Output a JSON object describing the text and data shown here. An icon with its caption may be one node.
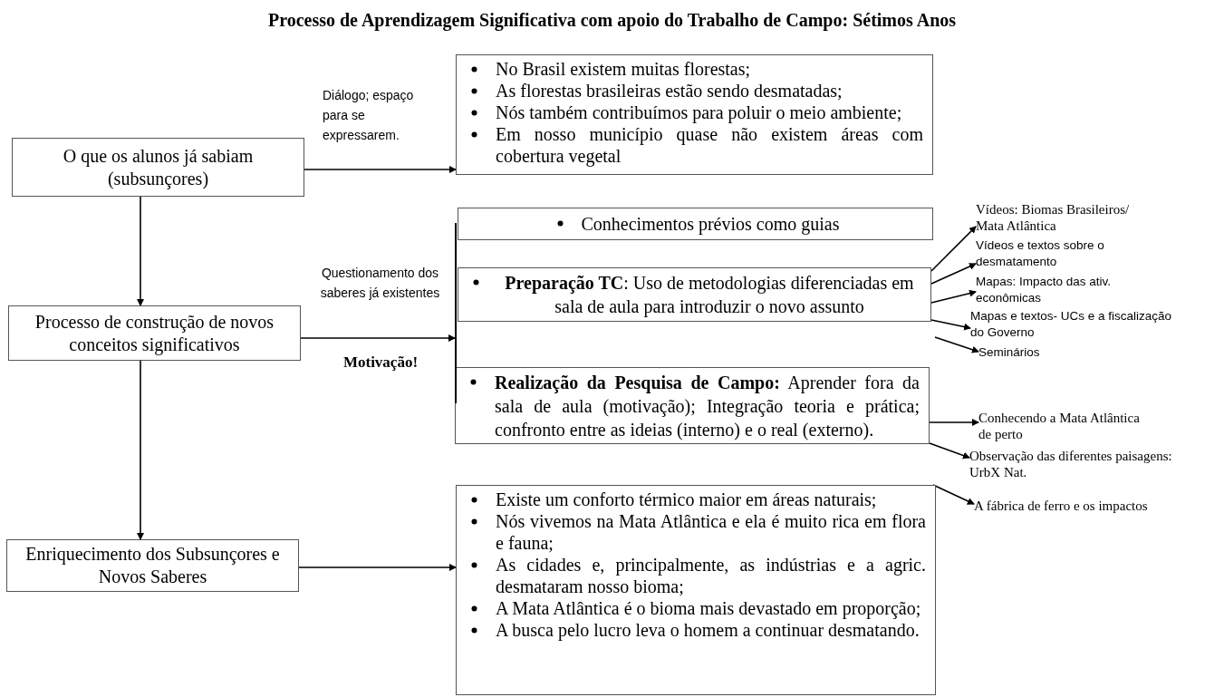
{
  "diagram": {
    "title": "Processo de Aprendizagem Significativa com apoio do Trabalho de Campo: Sétimos Anos",
    "nodes": [
      {
        "text": [
          "O que os alunos já sabiam (subsunçores)"
        ]
      },
      {
        "text": [
          "Processo de construção de novos conceitos significativos"
        ]
      },
      {
        "text": [
          "Enriquecimento dos Subsunçores e Novos Saberes"
        ]
      },
      {
        "text": [
          "No Brasil existem muitas florestas;",
          "As florestas brasileiras estão sendo desmatadas;",
          "Nós também contribuímos para poluir o meio ambiente;",
          "Em nosso município quase não existem áreas com cobertura vegetal"
        ]
      },
      {
        "text": [
          "Conhecimentos prévios como guias"
        ]
      },
      {
        "text": [
          "**Preparação TC**: Uso de metodologias diferenciadas em sala de aula para introduzir o novo assunto"
        ]
      },
      {
        "text": [
          "**Realização da Pesquisa de Campo:** Aprender fora da sala de aula (motivação); Integração teoria e prática; confronto entre as ideias (interno) e o real (externo)."
        ]
      },
      {
        "text": [
          "Existe um conforto térmico maior em áreas naturais;",
          "Nós vivemos na Mata Atlântica e ela é muito rica em flora e fauna;",
          "As cidades e, principalmente, as indústrias e a agric. desmataram nosso bioma;",
          "A Mata Atlântica é o bioma mais devastado em proporção;",
          "A busca pelo lucro leva o homem a continuar desmatando."
        ]
      },
      {
        "text": [
          "Vídeos: Biomas Brasileiros/ Mata Atlântica"
        ]
      },
      {
        "text": [
          "Vídeos e textos sobre o desmatamento"
        ]
      },
      {
        "text": [
          "Mapas: Impacto das ativ. econômicas"
        ]
      },
      {
        "text": [
          "Mapas e textos- UCs e a fiscalização do Governo"
        ]
      },
      {
        "text": [
          "Seminários"
        ]
      },
      {
        "text": [
          "Conhecendo a Mata Atlântica de perto"
        ]
      },
      {
        "text": [
          "Observação das diferentes paisagens: UrbX Nat."
        ]
      },
      {
        "text": [
          "A fábrica de ferro e os impactos"
        ]
      },
      {
        "text": [],
        "shape": "bar"
      }
    ],
    "edges": [
      {
        "from": 0,
        "to": 3,
        "arrow": "to",
        "label": "Diálogo; espaço para se expressarem."
      },
      {
        "from": 1,
        "to": 16,
        "arrow": "to",
        "label": "Questionamento dos saberes já existentes"
      },
      {
        "from": 2,
        "to": 7,
        "arrow": "to"
      },
      {
        "from": 0,
        "to": 1,
        "arrow": "to"
      },
      {
        "from": 1,
        "to": 2,
        "arrow": "to"
      },
      {
        "from": 5,
        "to": 8,
        "arrow": "to"
      },
      {
        "from": 5,
        "to": 9,
        "arrow": "to"
      },
      {
        "from": 5,
        "to": 10,
        "arrow": "to"
      },
      {
        "from": 5,
        "to": 11,
        "arrow": "to"
      },
      {
        "from": null,
        "to": 12,
        "arrow": "to"
      },
      {
        "from": 6,
        "to": 13,
        "arrow": "to"
      },
      {
        "from": 6,
        "to": 14,
        "arrow": "to"
      },
      {
        "from": 7,
        "to": 15,
        "arrow": "to"
      }
    ],
    "labels": [
      "Motivação!"
    ]
  }
}
